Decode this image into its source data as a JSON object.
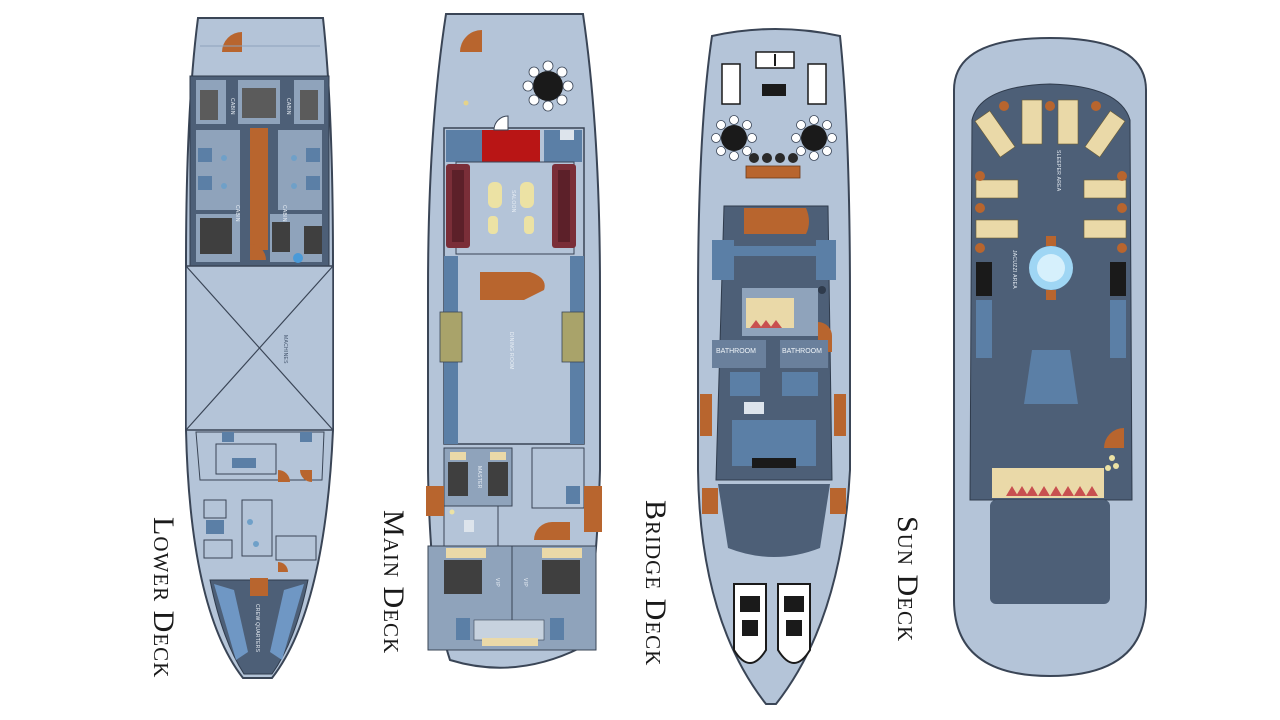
{
  "colors": {
    "hull": "#b4c4d8",
    "hull_stroke": "#3a4556",
    "room": "#4d5f77",
    "room_dark": "#45566e",
    "wood": "#b8652e",
    "sofa": "#7a2e38",
    "red_rug": "#b91515",
    "bed": "#5b5b5b",
    "lounger": "#ead9a8",
    "pool": "#9fd6f4"
  },
  "decks": [
    {
      "key": "lower",
      "label": "Lower Deck"
    },
    {
      "key": "main",
      "label": "Main Deck"
    },
    {
      "key": "bridge",
      "label": "Bridge Deck"
    },
    {
      "key": "sun",
      "label": "Sun Deck"
    }
  ],
  "room_labels": {
    "lower": [
      "CABIN",
      "CABIN",
      "CABIN",
      "CABIN",
      "MACHINES",
      "CREW QUARTERS"
    ],
    "main": [
      "SALOON",
      "DINING ROOM",
      "MASTER",
      "VIP",
      "VIP"
    ],
    "bridge": [
      "BATHROOM",
      "BATHROOM"
    ],
    "sun": [
      "SLEEPER AREA",
      "JACUZZI AREA"
    ]
  }
}
